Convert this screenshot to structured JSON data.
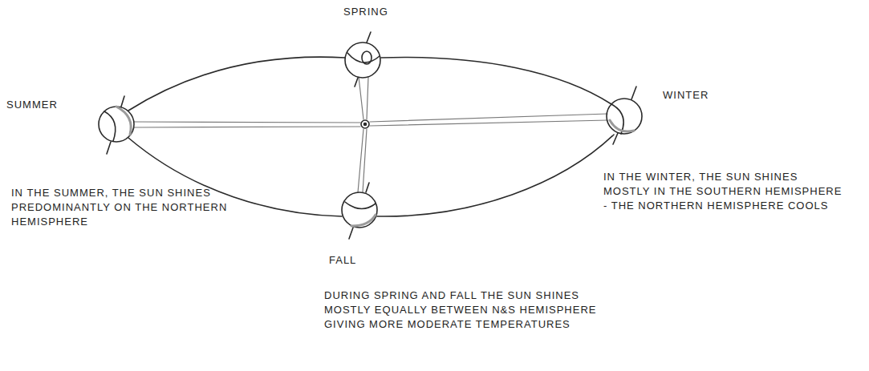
{
  "diagram": {
    "labels": [
      "SPRING",
      "SUMMER",
      "WINTER",
      "FALL",
      "IN THE SUMMER, THE SUN SHINES PREDOMINANTLY ON THE NORTHERN HEMISPHERE",
      "IN THE WINTER, THE SUN SHINES MOSTLY IN THE SOUTHERN HEMISPHERE - THE NORTHERN HEMISPHERE COOLS",
      "DURING SPRING AND FALL THE SUN SHINES MOSTLY EQUALLY BETWEEN N&S HEMISPHERE GIVING MORE MODERATE TEMPERATURES"
    ]
  }
}
